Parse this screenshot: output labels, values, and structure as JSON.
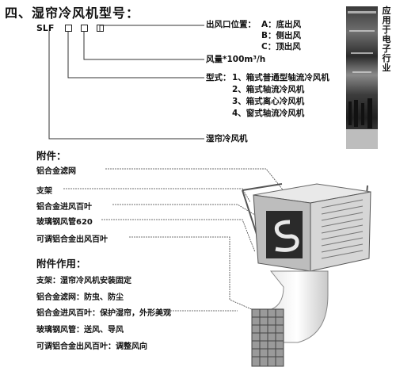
{
  "title": "四、湿帘冷风机型号：",
  "model_code": "SLF",
  "outlet": {
    "label": "出风口位置：",
    "options": [
      "A：底出风",
      "B：侧出风",
      "C：顶出风"
    ]
  },
  "airflow_label": "风量*100m³/h",
  "type": {
    "label": "型式：",
    "items": [
      "1、箱式普通型轴流冷风机",
      "2、箱式轴流冷风机",
      "3、箱式离心冷风机",
      "4、窗式轴流冷风机"
    ]
  },
  "product_name": "湿帘冷风机",
  "side_caption": [
    "应",
    "用",
    "于",
    "电",
    "子",
    "行",
    "业"
  ],
  "accessories": {
    "heading": "附件：",
    "items": [
      "铝合金滤网",
      "支架",
      "铝合金进风百叶",
      "玻璃钢风管620",
      "可调铝合金出风百叶"
    ]
  },
  "functions": {
    "heading": "附件作用：",
    "items": [
      "支架：湿帘冷风机安装固定",
      "铝合金滤网：防虫、防尘",
      "铝合金进风百叶：保护湿帘，外形美观",
      "玻璃钢风管：送风、导风",
      "可调铝合金出风百叶：调整风向"
    ]
  },
  "colors": {
    "text": "#111111",
    "line": "#333333",
    "logo_panel": "#2a2a2a",
    "unit_body": "#cfcfcf"
  }
}
